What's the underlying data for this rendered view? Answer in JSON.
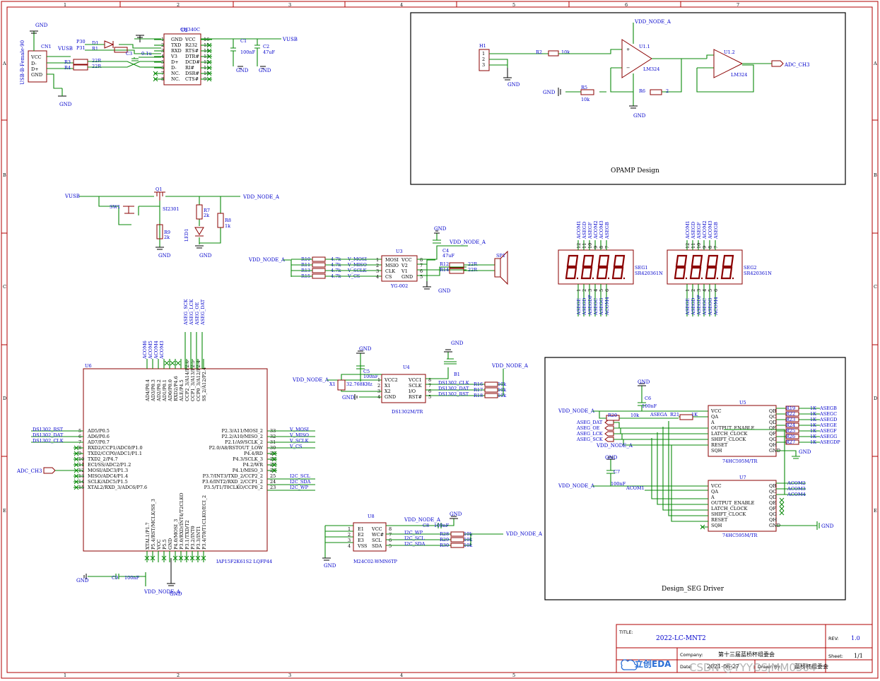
{
  "title_block": {
    "title_label": "TITLE:",
    "title": "2022-LC-MNT2",
    "rev_label": "REV:",
    "rev": "1.0",
    "company_label": "Company:",
    "company": "第十三届蓝桥杯组委会",
    "sheet_label": "Sheet:",
    "sheet": "1/1",
    "date_label": "Date:",
    "date": "2021-06-27",
    "drawn_label": "Drawn By:",
    "drawn": "蓝桥杯组委会",
    "logo": "立创EDA",
    "watermark": "CSDN @YYYGSJMM0504"
  },
  "frame": {
    "columns": [
      "1",
      "2",
      "3",
      "4",
      "5",
      "6",
      "7"
    ],
    "rows": [
      "A",
      "B",
      "C",
      "D",
      "E"
    ]
  },
  "blocks": {
    "opamp": "OPAMP Design",
    "seg": "Design_SEG Driver"
  },
  "usb": {
    "ref": "CN1",
    "part": "USB-B-Female-90",
    "pins": [
      "VCC",
      "D-",
      "D+",
      "GND"
    ],
    "r3": "R3",
    "r4": "R4",
    "r3v": "22R",
    "r4v": "22R",
    "d1": "D1",
    "r1": "R1",
    "c3": "C3",
    "c3v": "0.1u",
    "p30": "P30",
    "p31": "P31",
    "vusb": "VUSB",
    "gnd": "GND"
  },
  "u2": {
    "ref": "U2",
    "part": "CH340C",
    "left": [
      "GND",
      "TXD",
      "RXD",
      "V3",
      "D+",
      "D-",
      "NC.",
      "NC."
    ],
    "right": [
      "VCC",
      "R232",
      "RTS#",
      "DTR#",
      "DCD#",
      "RI#",
      "DSR#",
      "CTS#"
    ],
    "pins_left": [
      "1",
      "2",
      "3",
      "4",
      "5",
      "6",
      "7",
      "8"
    ],
    "pins_right": [
      "16",
      "15",
      "14",
      "13",
      "12",
      "11",
      "10",
      "9"
    ],
    "c1": "C1",
    "c1v": "100nF",
    "c2": "C2",
    "c2v": "47uF",
    "vusb": "VUSB",
    "gnd": "GND"
  },
  "power": {
    "vusb": "VUSB",
    "vdd": "VDD_NODE_A",
    "q1": "Q1",
    "q1part": "SI2301",
    "sw1": "SW1",
    "r9": "R9",
    "r9v": "2k",
    "r7": "R7",
    "r7v": "2k",
    "r8": "R8",
    "r8v": "1k",
    "led1": "LED1",
    "gnd": "GND"
  },
  "u3": {
    "ref": "U3",
    "part": "YG-002",
    "vdd": "VDD_NODE_A",
    "left": [
      "MOSI",
      "MSIO",
      "CLK",
      "CS"
    ],
    "right": [
      "VCC",
      "V2",
      "V1",
      "GND"
    ],
    "res": [
      "R10",
      "R11",
      "R13",
      "R15"
    ],
    "resv": [
      "4.7k",
      "4.7k",
      "4.7k",
      "4.7k"
    ],
    "nets": [
      "V_MOSI",
      "V_MISO",
      "V_SCLK",
      "V_CS"
    ],
    "c4": "C4",
    "c4v": "47uF",
    "r12": "R12",
    "r14": "R14",
    "r12v": "22R",
    "r14v": "22R",
    "sp1": "SP1",
    "gnd": "GND"
  },
  "opamp": {
    "h1": "H1",
    "r2": "R2",
    "r2v": "10k",
    "r5": "R5",
    "r5v": "10k",
    "r6": "R6",
    "r6v": "2",
    "u11": "U1.1",
    "u12": "U1.2",
    "part": "LM324",
    "vdd": "VDD_NODE_A",
    "out": "ADC_CH3",
    "gnd": "GND"
  },
  "seg": {
    "seg1": "SEG1",
    "seg2": "SR420361N",
    "seg2ref": "SEG2",
    "part": "SR420361N",
    "top_nets": [
      "ACOM1",
      "ACOM2",
      "ACOM3",
      "ACOM4",
      "ACOM5",
      "ACOM6"
    ],
    "bottom_nets": [
      "ASEGE",
      "ASEGD",
      "ASEGC",
      "ASEGB",
      "ASEGA",
      "ASEGF",
      "ASEGG",
      "ASEGDP"
    ]
  },
  "u6": {
    "ref": "U6",
    "part": "IAP15F2K61S2 LQFP44",
    "left": [
      "AD5/P0.5",
      "AD6/P0.6",
      "AD7/P0.7",
      "RXD2/CCP1/ADC0/P1.0",
      "TXD2/CCP0/ADC1/P1.1",
      "TXD2_2/P4.7",
      "ECI/SS/ADC2/P1.2",
      "MOSI/ADC3/P1.3",
      "MISO/ADC4/P1.4",
      "SCLK/ADC5/P1.5",
      "XTAL2/RXD_3/ADC6/P7.6"
    ],
    "right": [
      "P2.3/A11/MOSI_2",
      "P2.2/A10/MISO_2",
      "P2.1/A9/SCLK_2",
      "P2.0/A8/RSTOUT_LOW",
      "P4.4/RD",
      "P4.3/SCLK_3",
      "P4.2/WR",
      "P4.1/MISO_3",
      "P3.7/INT3/TXD_2/CCP2_2",
      "P3.6/INT2/RXD_2/CCP1_2",
      "P3.5/T1/T0CLKO/CCP0_2"
    ],
    "right_pins": [
      "33",
      "32",
      "31",
      "30",
      "29",
      "28",
      "27",
      "26",
      "25",
      "24",
      "23"
    ],
    "left_pins": [
      "5",
      "6",
      "7",
      "8",
      "9",
      "10",
      "11",
      "12",
      "13",
      "14",
      "15"
    ],
    "top": [
      "AD4/P0.4",
      "AD3/P0.3",
      "AD2/P0.2",
      "AD1/P0.1",
      "AD0/P0.0",
      "RXD2/P4.6",
      "ALE/P4.5",
      "CCP2_3/A14/P2.6",
      "CCP1_3/A13/P2.5",
      "CCP0_3/A12/P2.4",
      "SS_2/A12/P2.4"
    ],
    "left_nets": [
      "DS1302_RST",
      "DS1302_DAT",
      "DS1302_CLK"
    ],
    "right_nets": [
      "V_MOSI",
      "V_MISO",
      "V_SCLK",
      "V_CS",
      "I2C_SCL",
      "I2C_SDA",
      "I2C_WP"
    ],
    "top_nets": [
      "ACOM6",
      "ACOM5",
      "ACOM4",
      "ACOM3",
      "ASEG_SCK",
      "ASEG_LCK",
      "ASEG_OE",
      "ASEG_DAT"
    ],
    "adc": "ADC_CH3",
    "c9": "C9",
    "c9v": "100nF",
    "vdd": "VDD_NODE_A",
    "gnd": "GND"
  },
  "u4": {
    "ref": "U4",
    "part": "DS1302M/TR",
    "vdd": "VDD_NODE_A",
    "left": [
      "VCC2",
      "X1",
      "X2",
      "GND"
    ],
    "right": [
      "VCC1",
      "SCLK",
      "I/O",
      "RST#"
    ],
    "x1": "X1",
    "x1v": "32.768KHz",
    "c5": "C5",
    "c5v": "100nF",
    "b1": "B1",
    "res": [
      "R16",
      "R17",
      "R18"
    ],
    "resv": [
      "10k",
      "10k",
      "10k"
    ],
    "nets": [
      "DS1302_CLK",
      "DS1302_DAT",
      "DS1302_RST"
    ],
    "gnd": "GND"
  },
  "u8": {
    "ref": "U8",
    "part": "M24C02-WMN6TP",
    "vdd": "VDD_NODE_A",
    "left": [
      "E1",
      "E2",
      "E3",
      "VSS"
    ],
    "right": [
      "VCC",
      "WC#",
      "SCL",
      "SDA"
    ],
    "c8": "C8",
    "c8v": "100nF",
    "res": [
      "R28",
      "R29",
      "R30"
    ],
    "resv": [
      "10k",
      "10k",
      "10k"
    ],
    "nets": [
      "I2C_WP",
      "I2C_SCL",
      "I2C_SDA"
    ],
    "gnd": "GND"
  },
  "u5": {
    "ref": "U5",
    "part": "74HC595M/TR",
    "vdd": "VDD_NODE_A",
    "left": [
      "VCC",
      "QA",
      "A",
      "OUTPUT_ENABLE",
      "LATCH_CLOCK",
      "SHIFT_CLOCK",
      "RESET",
      "SQH"
    ],
    "right": [
      "QB",
      "QC",
      "QD",
      "QE",
      "QF",
      "QG",
      "QH",
      "GND"
    ],
    "c6": "C6",
    "c6v": "100nF",
    "r20": "R20",
    "r20v": "10k",
    "r21": "R21",
    "r21v": "1K",
    "asega": "ASEGA",
    "in_nets": [
      "ASEG_DAT",
      "ASEG_OE",
      "ASEG_LCK",
      "ASEG_SCK"
    ],
    "res": [
      "R19",
      "R22",
      "R23",
      "R24",
      "R25",
      "R26",
      "R27"
    ],
    "resv": [
      "1K",
      "1K",
      "1K",
      "1K",
      "1K",
      "1K",
      "1K"
    ],
    "out_nets": [
      "ASEGB",
      "ASEGC",
      "ASEGD",
      "ASEGE",
      "ASEGF",
      "ASEGG",
      "ASEGDP"
    ],
    "gnd": "GND"
  },
  "u7": {
    "ref": "U7",
    "part": "74HC595M/TR",
    "vdd": "VDD_NODE_A",
    "c7": "C7",
    "c7v": "100nF",
    "acom1": "ACOM1",
    "out_nets": [
      "ACOM2",
      "ACOM3",
      "ACOM4"
    ],
    "gnd": "GND"
  }
}
